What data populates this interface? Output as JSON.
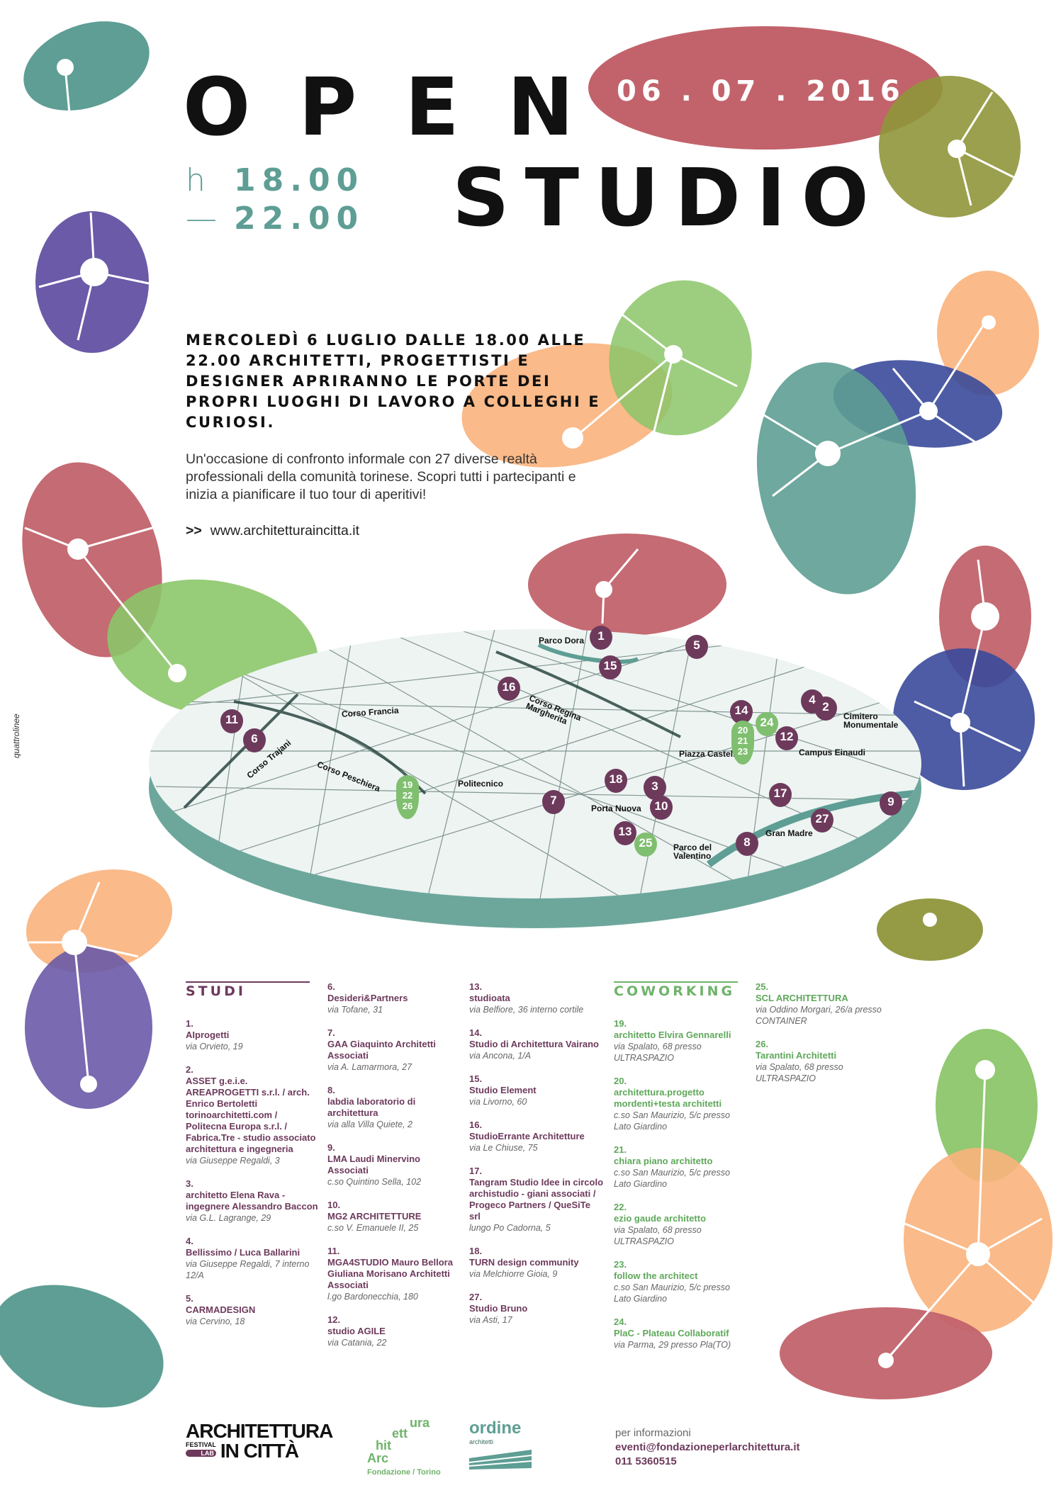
{
  "header": {
    "title_open": "OPEN",
    "title_studio": "STUDIO",
    "date": "06 . 07 . 2016",
    "hours_prefix": "h",
    "hours_start": "18.00",
    "hours_dash": "—",
    "hours_end": "22.00"
  },
  "intro": {
    "heading": "MERCOLEDÌ 6 LUGLIO DALLE 18.00 ALLE 22.00 ARCHITETTI, PROGETTISTI E DESIGNER APRIRANNO LE PORTE DEI PROPRI LUOGHI DI LAVORO A COLLEGHI E CURIOSI.",
    "body": "Un'occasione di confronto informale con 27 diverse realtà professionali della comunità torinese. Scopri tutti i partecipanti e inizia a pianificare il tuo tour di aperitivi!",
    "website_arrow": ">>",
    "website": "www.architetturaincitta.it"
  },
  "credit": "quattrolinee",
  "map": {
    "streets": [
      "Parco Dora",
      "Corso Regina Margherita",
      "Corso Francia",
      "Corso Trajani",
      "Corso Peschiera",
      "Politecnico",
      "Piazza Castello",
      "Porta Nuova",
      "Parco del Valentino",
      "Gran Madre",
      "Campus Einaudi",
      "Cimitero Monumentale"
    ],
    "pins": [
      {
        "label": "1",
        "color": "#6d3a5c"
      },
      {
        "label": "15",
        "color": "#6d3a5c"
      },
      {
        "label": "5",
        "color": "#6d3a5c"
      },
      {
        "label": "16",
        "color": "#6d3a5c"
      },
      {
        "label": "11",
        "color": "#6d3a5c"
      },
      {
        "label": "6",
        "color": "#6d3a5c"
      },
      {
        "label": "14",
        "color": "#6d3a5c"
      },
      {
        "label": "4",
        "color": "#6d3a5c"
      },
      {
        "label": "2",
        "color": "#6d3a5c"
      },
      {
        "label": "12",
        "color": "#6d3a5c"
      },
      {
        "label": "18",
        "color": "#6d3a5c"
      },
      {
        "label": "3",
        "color": "#6d3a5c"
      },
      {
        "label": "10",
        "color": "#6d3a5c"
      },
      {
        "label": "7",
        "color": "#6d3a5c"
      },
      {
        "label": "17",
        "color": "#6d3a5c"
      },
      {
        "label": "9",
        "color": "#6d3a5c"
      },
      {
        "label": "13",
        "color": "#6d3a5c"
      },
      {
        "label": "27",
        "color": "#6d3a5c"
      },
      {
        "label": "8",
        "color": "#6d3a5c"
      },
      {
        "label": "24",
        "color": "#7fbf6f"
      },
      {
        "label": "20 21 23",
        "color": "#7fbf6f"
      },
      {
        "label": "19 22 26",
        "color": "#7fbf6f"
      },
      {
        "label": "25",
        "color": "#7fbf6f"
      }
    ]
  },
  "studi": {
    "heading": "STUDI",
    "col1": [
      {
        "num": "1.",
        "name": "AIprogetti",
        "addr": "via Orvieto, 19"
      },
      {
        "num": "2.",
        "name": "ASSET g.e.i.e. AREAPROGETTI s.r.l. / arch. Enrico Bertoletti torinoarchitetti.com / Politecna Europa s.r.l. / Fabrica.Tre - studio associato architettura e ingegneria",
        "addr": "via Giuseppe Regaldi, 3"
      },
      {
        "num": "3.",
        "name": "architetto Elena Rava - ingegnere Alessandro Baccon",
        "addr": "via G.L. Lagrange, 29"
      },
      {
        "num": "4.",
        "name": "Bellissimo / Luca Ballarini",
        "addr": "via Giuseppe Regaldi, 7 interno 12/A"
      },
      {
        "num": "5.",
        "name": "CARMADESIGN",
        "addr": "via Cervino, 18"
      }
    ],
    "col2": [
      {
        "num": "6.",
        "name": "Desideri&Partners",
        "addr": "via Tofane, 31"
      },
      {
        "num": "7.",
        "name": "GAA Giaquinto Architetti Associati",
        "addr": "via A. Lamarmora, 27"
      },
      {
        "num": "8.",
        "name": "labdia laboratorio di architettura",
        "addr": "via alla Villa Quiete, 2"
      },
      {
        "num": "9.",
        "name": "LMA Laudi Minervino Associati",
        "addr": "c.so Quintino Sella, 102"
      },
      {
        "num": "10.",
        "name": "MG2 ARCHITETTURE",
        "addr": "c.so V. Emanuele II, 25"
      },
      {
        "num": "11.",
        "name": "MGA4STUDIO Mauro Bellora Giuliana Morisano Architetti Associati",
        "addr": "l.go Bardonecchia, 180"
      },
      {
        "num": "12.",
        "name": "studio AGILE",
        "addr": "via Catania, 22"
      }
    ],
    "col3": [
      {
        "num": "13.",
        "name": "studioata",
        "addr": "via Belfiore, 36 interno cortile"
      },
      {
        "num": "14.",
        "name": "Studio di Architettura Vairano",
        "addr": "via Ancona, 1/A"
      },
      {
        "num": "15.",
        "name": "Studio Element",
        "addr": "via Livorno, 60"
      },
      {
        "num": "16.",
        "name": "StudioErrante Architetture",
        "addr": "via Le Chiuse, 75"
      },
      {
        "num": "17.",
        "name": "Tangram Studio Idee in circolo archistudio - giani associati / Progeco Partners / QueSiTe srl",
        "addr": "lungo Po Cadorna, 5"
      },
      {
        "num": "18.",
        "name": "TURN design community",
        "addr": "via Melchiorre Gioia, 9"
      },
      {
        "num": "27.",
        "name": "Studio Bruno",
        "addr": "via Asti, 17"
      }
    ]
  },
  "coworking": {
    "heading": "COWORKING",
    "col1": [
      {
        "num": "19.",
        "name": "architetto Elvira Gennarelli",
        "addr": "via Spalato, 68 presso ULTRASPAZIO"
      },
      {
        "num": "20.",
        "name": "architettura.progetto mordenti+testa architetti",
        "addr": "c.so San Maurizio, 5/c presso Lato Giardino"
      },
      {
        "num": "21.",
        "name": "chiara piano architetto",
        "addr": "c.so San Maurizio, 5/c presso Lato Giardino"
      },
      {
        "num": "22.",
        "name": "ezio gaude architetto",
        "addr": "via Spalato, 68 presso ULTRASPAZIO"
      },
      {
        "num": "23.",
        "name": "follow the architect",
        "addr": "c.so San Maurizio, 5/c presso Lato Giardino"
      },
      {
        "num": "24.",
        "name": "PlaC - Plateau Collaboratif",
        "addr": "via Parma, 29 presso Pla(TO)"
      }
    ],
    "col2": [
      {
        "num": "25.",
        "name": "SCL ARCHITETTURA",
        "addr": "via Oddino Morgari, 26/a presso CONTAINER"
      },
      {
        "num": "26.",
        "name": "Tarantini Architetti",
        "addr": "via Spalato, 68 presso ULTRASPAZIO"
      }
    ]
  },
  "footer": {
    "logo1_line1": "ARCHITETTURA",
    "logo1_festival": "FESTIVAL",
    "logo1_lab": "LAB",
    "logo1_line2": "IN CITTÀ",
    "logo2_a": "ura",
    "logo2_b": "ett",
    "logo2_c": "hit",
    "logo2_d": "Arc",
    "logo2_sub": "Fondazione / Torino",
    "logo3_title": "ordine",
    "logo3_sub": "architetti",
    "info_label": "per informazioni",
    "info_email": "eventi@fondazioneperlarchitettura.it",
    "info_phone": "011 5360515"
  },
  "colors": {
    "teal": "#5e9e94",
    "red": "#c2636b",
    "olive": "#8f963a",
    "purple": "#6a5aa8",
    "green": "#8cc66a",
    "peach": "#f9b37c",
    "navy": "#3a4a9a",
    "plum": "#6d3a5c"
  }
}
